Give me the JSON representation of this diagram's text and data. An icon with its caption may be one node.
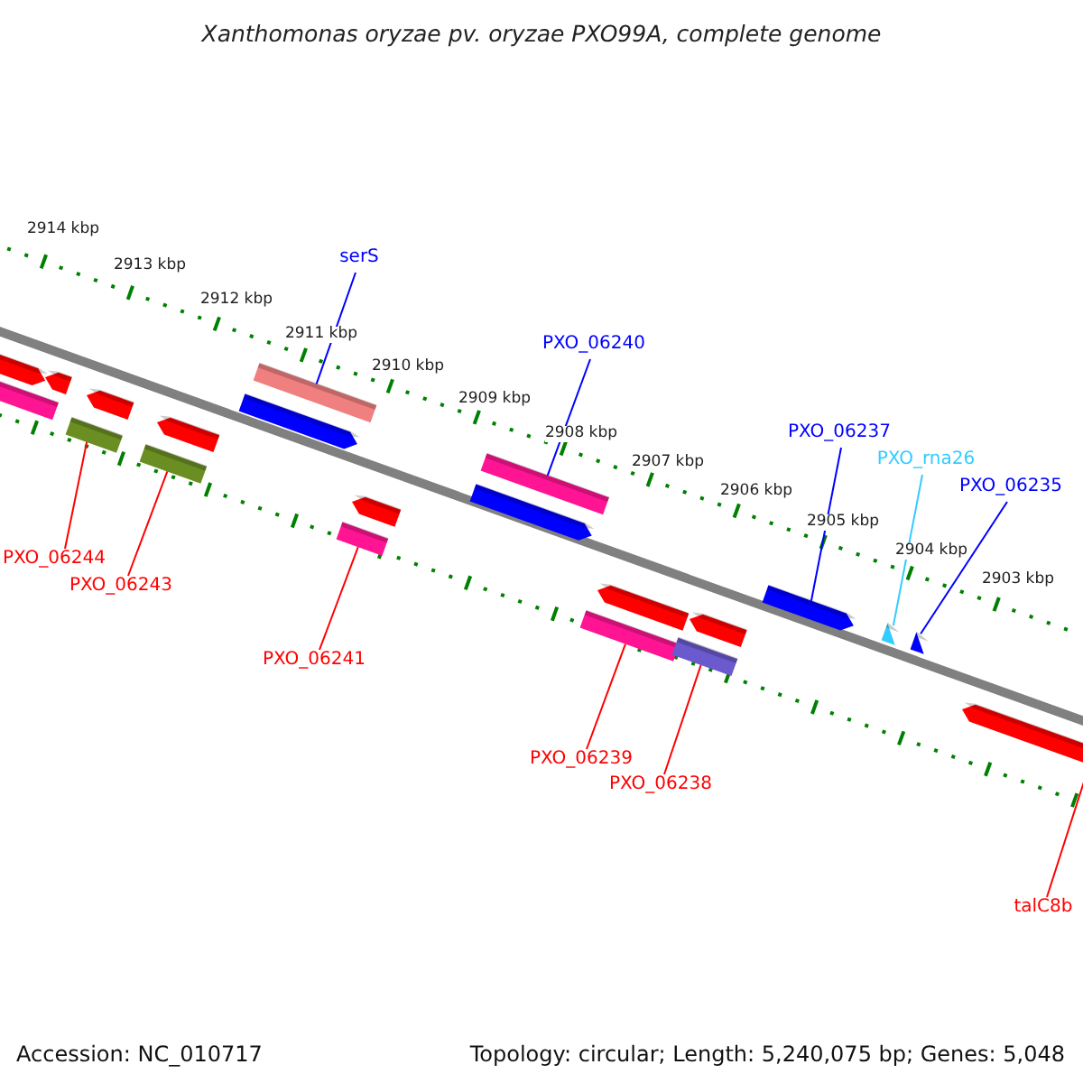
{
  "diagram": {
    "title": "Xanthomonas oryzae pv. oryzae PXO99A, complete genome",
    "nodes": [
      {
        "text": [
          "serS"
        ]
      },
      {
        "text": [
          "PXO_06240"
        ]
      },
      {
        "text": [
          "PXO_06237"
        ]
      },
      {
        "text": [
          "PXO_rna26"
        ]
      },
      {
        "text": [
          "PXO_06235"
        ]
      },
      {
        "text": [
          "PXO_06244"
        ]
      },
      {
        "text": [
          "PXO_06243"
        ]
      },
      {
        "text": [
          "PXO_06241"
        ]
      },
      {
        "text": [
          "PXO_06239"
        ]
      },
      {
        "text": [
          "PXO_06238"
        ]
      },
      {
        "text": [
          "talC8b"
        ]
      },
      {
        "text": [],
        "shape": "bar"
      },
      {
        "text": [],
        "shape": "bar"
      },
      {
        "text": [],
        "shape": "bar"
      },
      {
        "text": [],
        "shape": "bar"
      },
      {
        "text": [],
        "shape": "bar"
      },
      {
        "text": [],
        "shape": "bar"
      },
      {
        "text": [],
        "shape": "bar"
      },
      {
        "text": [],
        "shape": "bar"
      },
      {
        "text": [],
        "shape": "bar"
      },
      {
        "text": [],
        "shape": "bar"
      },
      {
        "text": [],
        "shape": "bar"
      },
      {
        "text": [],
        "shape": "bar"
      },
      {
        "text": [],
        "shape": "bar"
      },
      {
        "text": [],
        "shape": "bar"
      },
      {
        "text": [],
        "shape": "bar"
      },
      {
        "text": [],
        "shape": "bar"
      },
      {
        "text": [],
        "shape": "bar"
      },
      {
        "text": [],
        "shape": "bar"
      },
      {
        "text": [],
        "shape": "bar"
      },
      {
        "text": [],
        "shape": "bar"
      },
      {
        "text": [],
        "shape": "bar"
      }
    ],
    "edges": [
      {
        "from": 0,
        "to": 18,
        "arrow": "none",
        "color": "#0000ff"
      },
      {
        "from": 1,
        "to": 22,
        "arrow": "none",
        "color": "#0000ff"
      },
      {
        "from": 2,
        "to": 28,
        "arrow": "none",
        "color": "#0000ff"
      },
      {
        "from": 3,
        "to": 29,
        "arrow": "none",
        "color": "#33ccff"
      },
      {
        "from": 4,
        "to": 30,
        "arrow": "none",
        "color": "#0000ff"
      },
      {
        "from": 5,
        "to": 15,
        "arrow": "none",
        "color": "#ff0000"
      },
      {
        "from": 6,
        "to": 17,
        "arrow": "none",
        "color": "#ff0000"
      },
      {
        "from": 7,
        "to": 21,
        "arrow": "none",
        "color": "#ff0000"
      },
      {
        "from": 8,
        "to": 25,
        "arrow": "none",
        "color": "#ff0000"
      },
      {
        "from": 9,
        "to": 27,
        "arrow": "none",
        "color": "#ff0000"
      },
      {
        "from": 10,
        "to": 31,
        "arrow": "none",
        "color": "#ff0000"
      }
    ],
    "labels": [
      "2914 kbp",
      "2913 kbp",
      "2912 kbp",
      "2911 kbp",
      "2910 kbp",
      "2909 kbp",
      "2908 kbp",
      "2907 kbp",
      "2906 kbp",
      "2905 kbp",
      "2904 kbp",
      "2903 kbp",
      "Accession: NC_010717",
      "Topology: circular; Length: 5,240,075 bp; Genes: 5,048"
    ]
  }
}
